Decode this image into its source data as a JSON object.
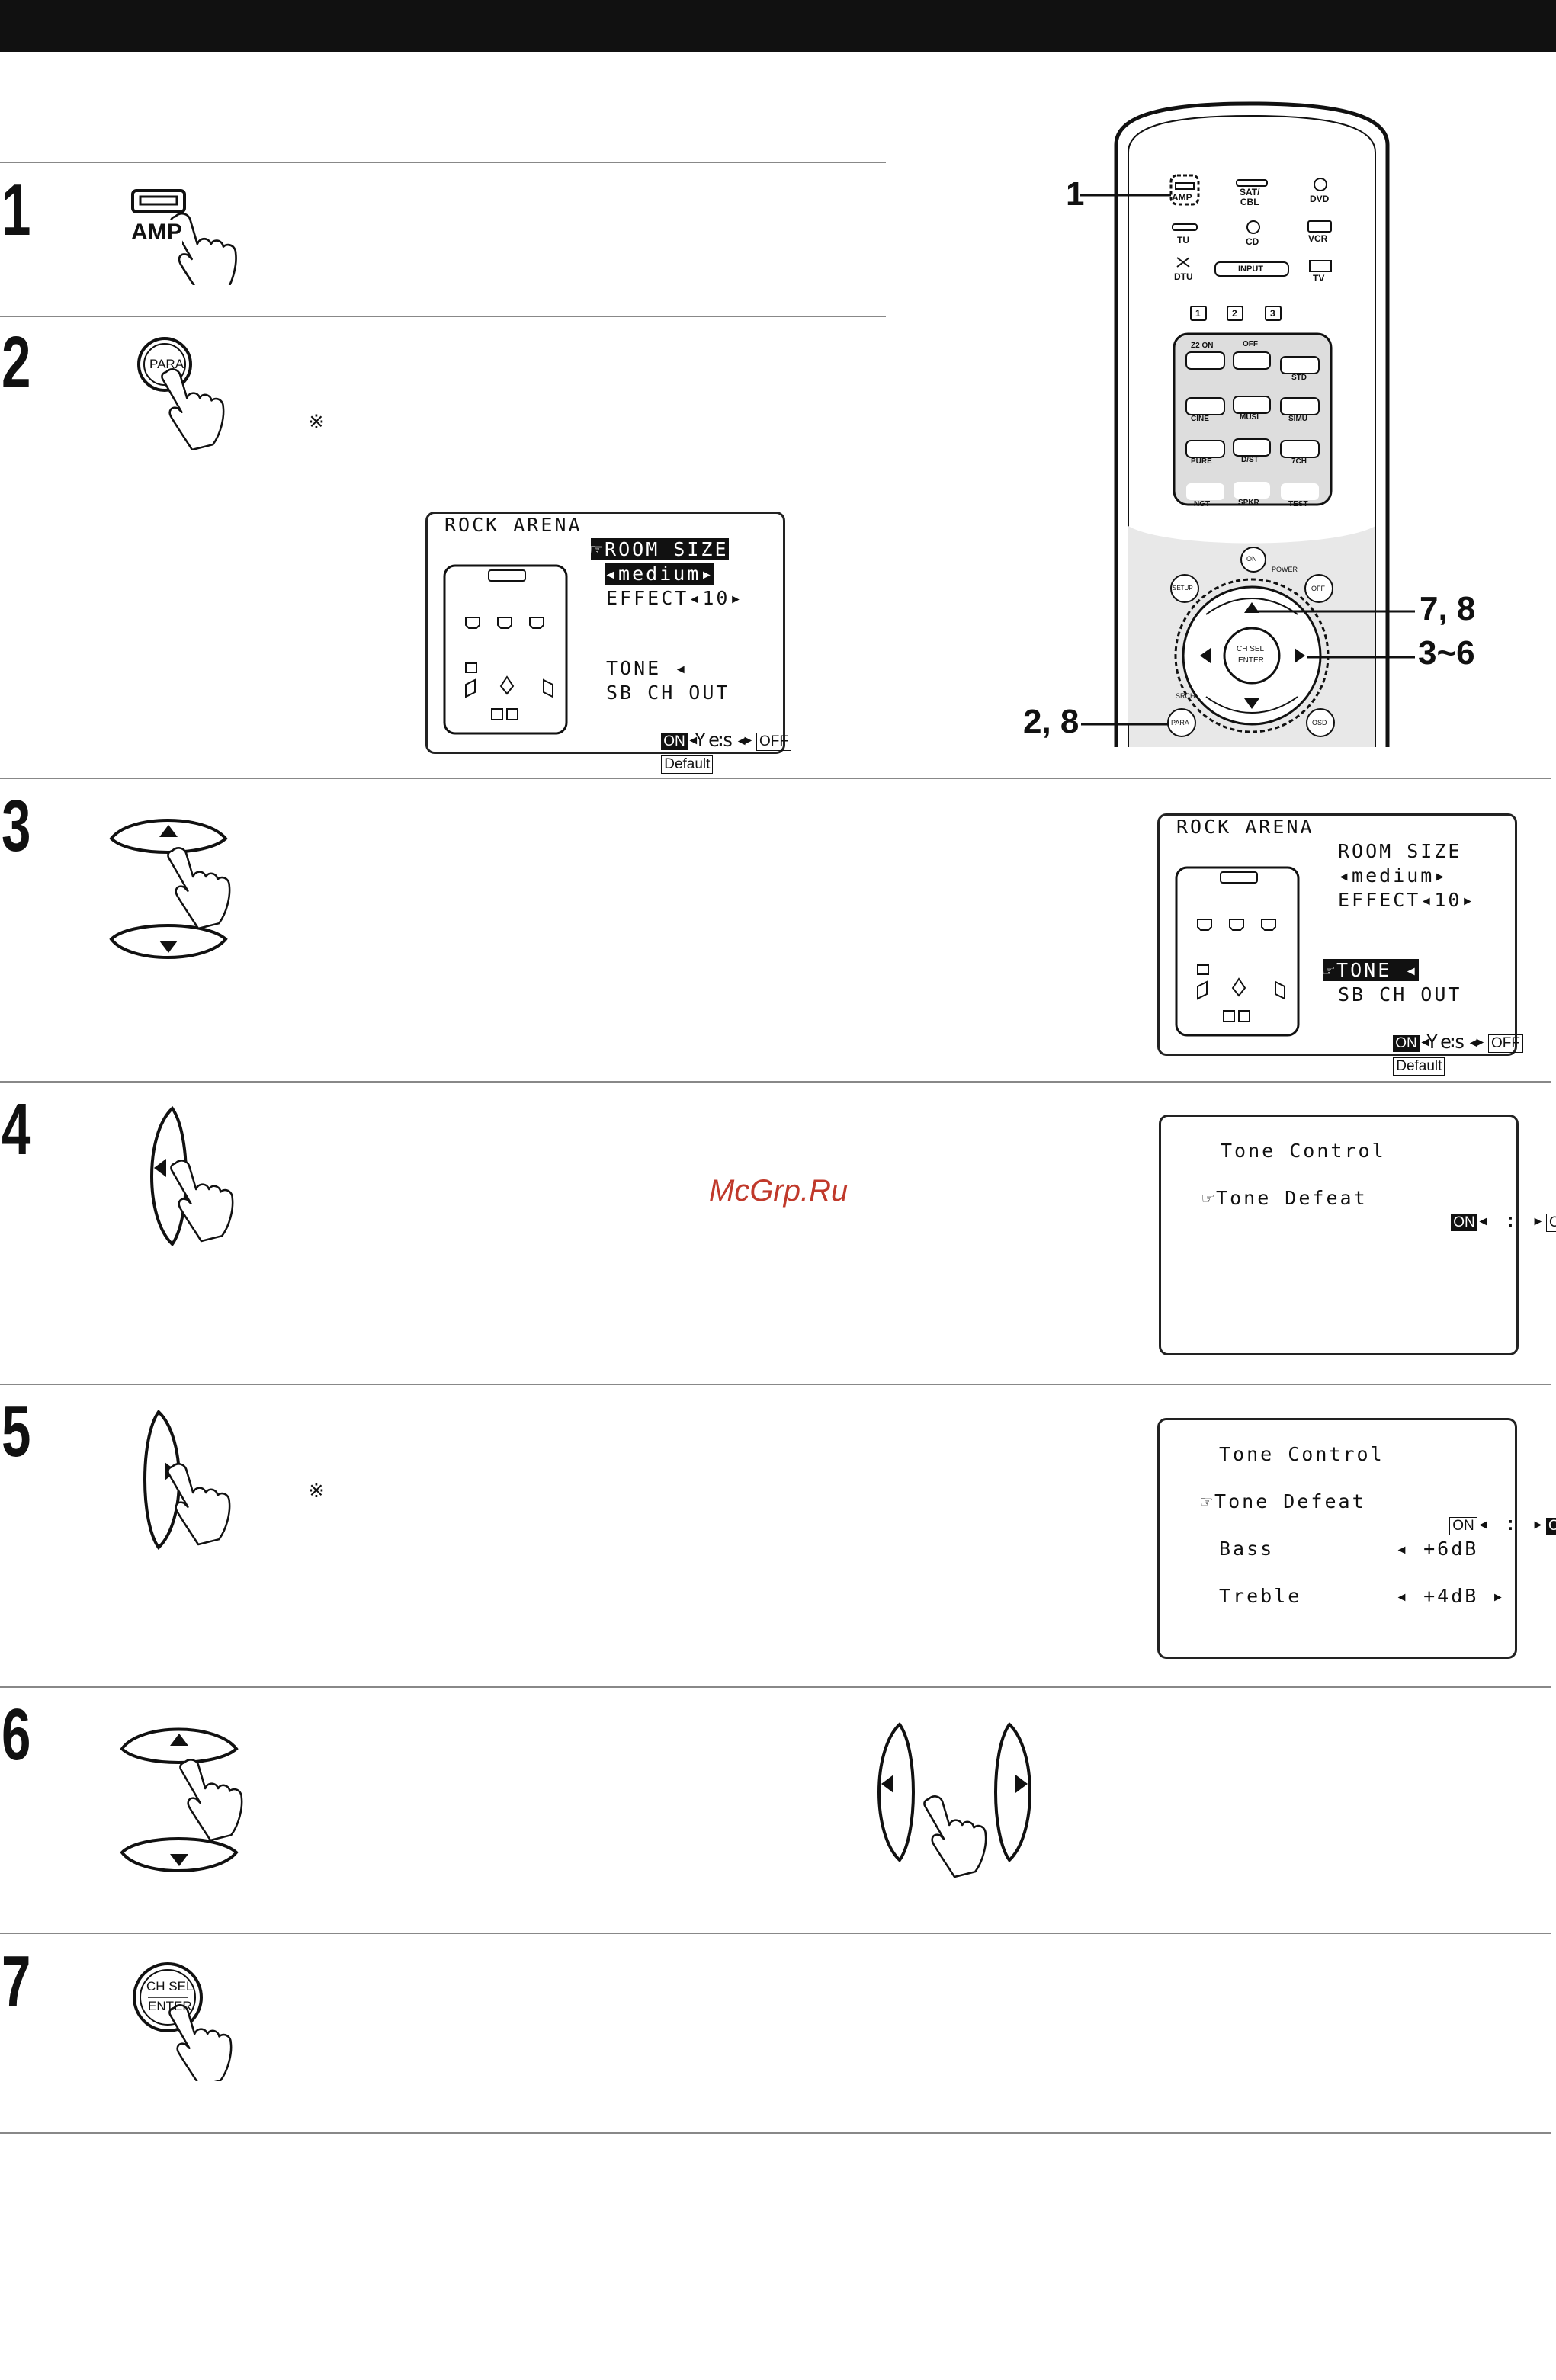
{
  "steps": [
    "1",
    "2",
    "3",
    "4",
    "5",
    "6",
    "7"
  ],
  "step1": {
    "button_label": "AMP"
  },
  "step2": {
    "button_label": "PARA",
    "note_mark": "※"
  },
  "step5": {
    "note_mark": "※"
  },
  "step7": {
    "button_line1": "CH SEL",
    "button_line2": "ENTER"
  },
  "watermark": "McGrp.Ru",
  "remote": {
    "callouts": {
      "amp": "1",
      "up": "7, 8",
      "cursor": "3~6",
      "para": "2, 8"
    },
    "keys": {
      "amp": "AMP",
      "sat_cbl": "SAT/\nCBL",
      "dvd": "DVD",
      "tu": "TU",
      "cd": "CD",
      "vcr": "VCR",
      "dtu": "DTU",
      "input": "INPUT",
      "tv": "TV",
      "n1": "1",
      "n2": "2",
      "n3": "3",
      "z2on": "Z2 ON",
      "off": "OFF",
      "std": "STD",
      "cine": "CINE",
      "musi": "MUSI",
      "simu": "SIMU",
      "pure": "PURE",
      "dst": "D/ST",
      "ch7": "7CH",
      "ngt": "NGT",
      "spkr": "SPKR",
      "test": "TEST",
      "on": "ON",
      "power": "POWER",
      "setup": "SETUP",
      "poff": "OFF",
      "chsel": "CH SEL",
      "enter": "ENTER",
      "srch": "SRCH",
      "para": "PARA",
      "osd": "OSD"
    }
  },
  "osd1": {
    "title": "ROCK ARENA",
    "room_size": "☞ROOM SIZE",
    "medium": "◂medium▸",
    "effect": "EFFECT◂10▸",
    "tone": "TONE ◂",
    "sb": "SB CH OUT",
    "on": "ON",
    "sep": "◂ : ▸",
    "off": "OFF",
    "default": "Default",
    "yes": "Yes◂"
  },
  "osd2": {
    "title": "ROCK ARENA",
    "room_size": "ROOM SIZE",
    "medium": "◂medium▸",
    "effect": "EFFECT◂10▸",
    "tone": "☞TONE ◂",
    "sb": "SB CH OUT",
    "on": "ON",
    "sep": "◂ : ▸",
    "off": "OFF",
    "default": "Default",
    "yes": "Yes◂"
  },
  "osd3": {
    "title": "Tone Control",
    "defeat": "☞Tone Defeat",
    "on": "ON",
    "sep": "◂ : ▸",
    "off": "OFF"
  },
  "osd4": {
    "title": "Tone Control",
    "defeat": "☞Tone Defeat",
    "on": "ON",
    "sep": "◂ : ▸",
    "off": "OFF",
    "bass": "Bass",
    "bass_val": "◂ +6dB",
    "treble": "Treble",
    "treble_val": "◂ +4dB ▸"
  }
}
